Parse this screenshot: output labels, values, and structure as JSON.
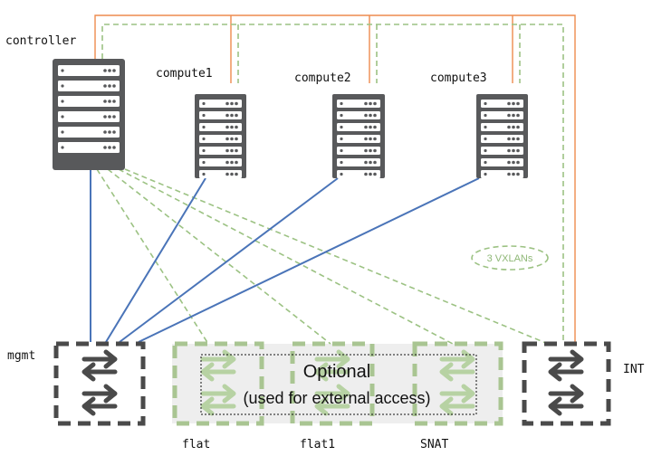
{
  "nodes": {
    "controller": "controller",
    "compute1": "compute1",
    "compute2": "compute2",
    "compute3": "compute3"
  },
  "networks": {
    "mgmt": "mgmt",
    "int": "INT",
    "flat": "flat",
    "flat1": "flat1",
    "snat": "SNAT"
  },
  "optional": {
    "line1": "Optional",
    "line2": "(used for external access)"
  },
  "vxlan_label": "3 VXLANs",
  "colors": {
    "server": "#58595b",
    "mgmt_link": "#4a74b8",
    "int_link": "#ee8c4e",
    "vxlan_link": "#9cc283",
    "switch_dark": "#4a4a4a",
    "switch_green": "#a9c592"
  }
}
